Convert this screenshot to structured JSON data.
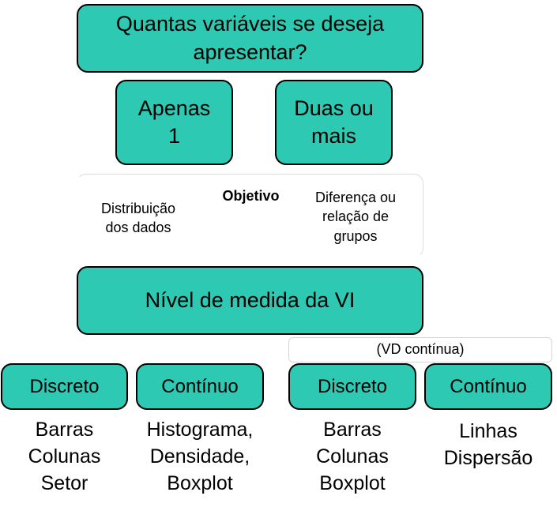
{
  "colors": {
    "box_fill": "#2ec9b3",
    "box_border": "#000000",
    "panel_border": "#dcdcdc"
  },
  "question": {
    "line1": "Quantas variáveis se deseja",
    "line2": "apresentar?"
  },
  "choices": {
    "one": {
      "line1": "Apenas",
      "line2": "1"
    },
    "many": {
      "line1": "Duas ou",
      "line2": "mais"
    }
  },
  "objective": {
    "title": "Objetivo",
    "left": {
      "line1": "Distribuição",
      "line2": "dos dados"
    },
    "right": {
      "line1": "Diferença ou",
      "line2": "relação de",
      "line3": "grupos"
    }
  },
  "measure": {
    "label": "Nível de medida da VI"
  },
  "vd_note": "(VD contínua)",
  "levels": {
    "discrete_left": "Discreto",
    "continuous_left": "Contínuo",
    "discrete_right": "Discreto",
    "continuous_right": "Contínuo"
  },
  "charts": {
    "discrete_left": [
      "Barras",
      "Colunas",
      "Setor"
    ],
    "continuous_left": [
      "Histograma,",
      "Densidade,",
      "Boxplot"
    ],
    "discrete_right": [
      "Barras",
      "Colunas",
      "Boxplot"
    ],
    "continuous_right": [
      "Linhas",
      "Dispersão"
    ]
  }
}
